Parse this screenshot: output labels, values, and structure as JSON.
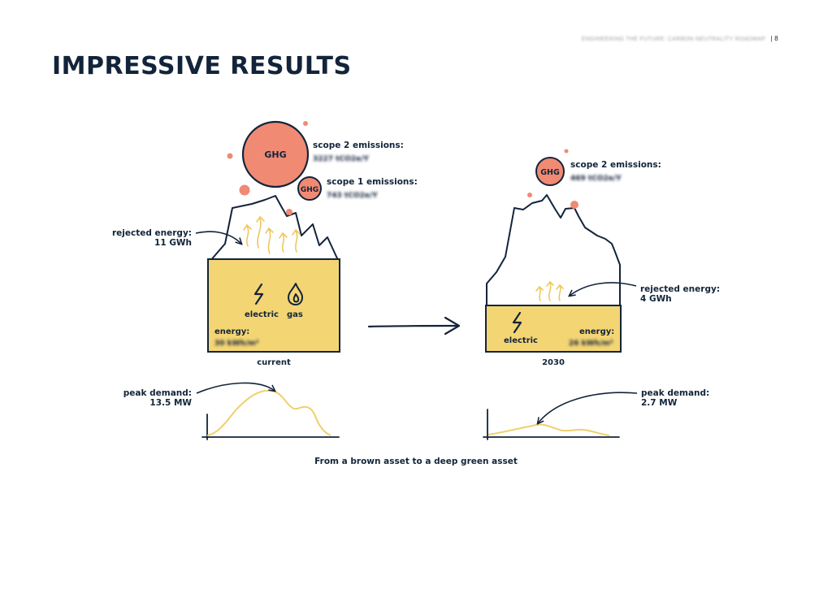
{
  "header": {
    "doc_title": "ENGINEERING THE FUTURE: CARBON NEUTRALITY ROADMAP",
    "page_number": "8"
  },
  "title": "IMPRESSIVE RESULTS",
  "current": {
    "ghg_label": "GHG",
    "scope2_label": "scope 2 emissions:",
    "scope2_value": "3227 tCO2e/Y",
    "scope1_label": "scope 1 emissions:",
    "scope1_value": "743 tCO2e/Y",
    "rejected_label": "rejected energy:",
    "rejected_value": "11 GWh",
    "electric_label": "electric",
    "gas_label": "gas",
    "energy_label": "energy:",
    "energy_value": "30 kWh/m²",
    "caption": "current",
    "peak_label": "peak demand:",
    "peak_value": "13.5 MW"
  },
  "future": {
    "ghg_label": "GHG",
    "scope2_label": "scope 2 emissions:",
    "scope2_value": "469 tCO2e/Y",
    "rejected_label": "rejected energy:",
    "rejected_value": "4 GWh",
    "electric_label": "electric",
    "energy_label": "energy:",
    "energy_value": "26 kWh/m²",
    "caption": "2030",
    "peak_label": "peak demand:",
    "peak_value": "2.7 MW"
  },
  "footer_caption": "From a brown asset to a deep green asset",
  "colors": {
    "navy": "#12243a",
    "ghg_red": "#f08a73",
    "energy_yellow": "#f4d573",
    "curve_yellow": "#f0d06a"
  },
  "icons": [
    "lightning-icon",
    "flame-icon",
    "heat-arrow-icon",
    "arrow-right-icon"
  ]
}
